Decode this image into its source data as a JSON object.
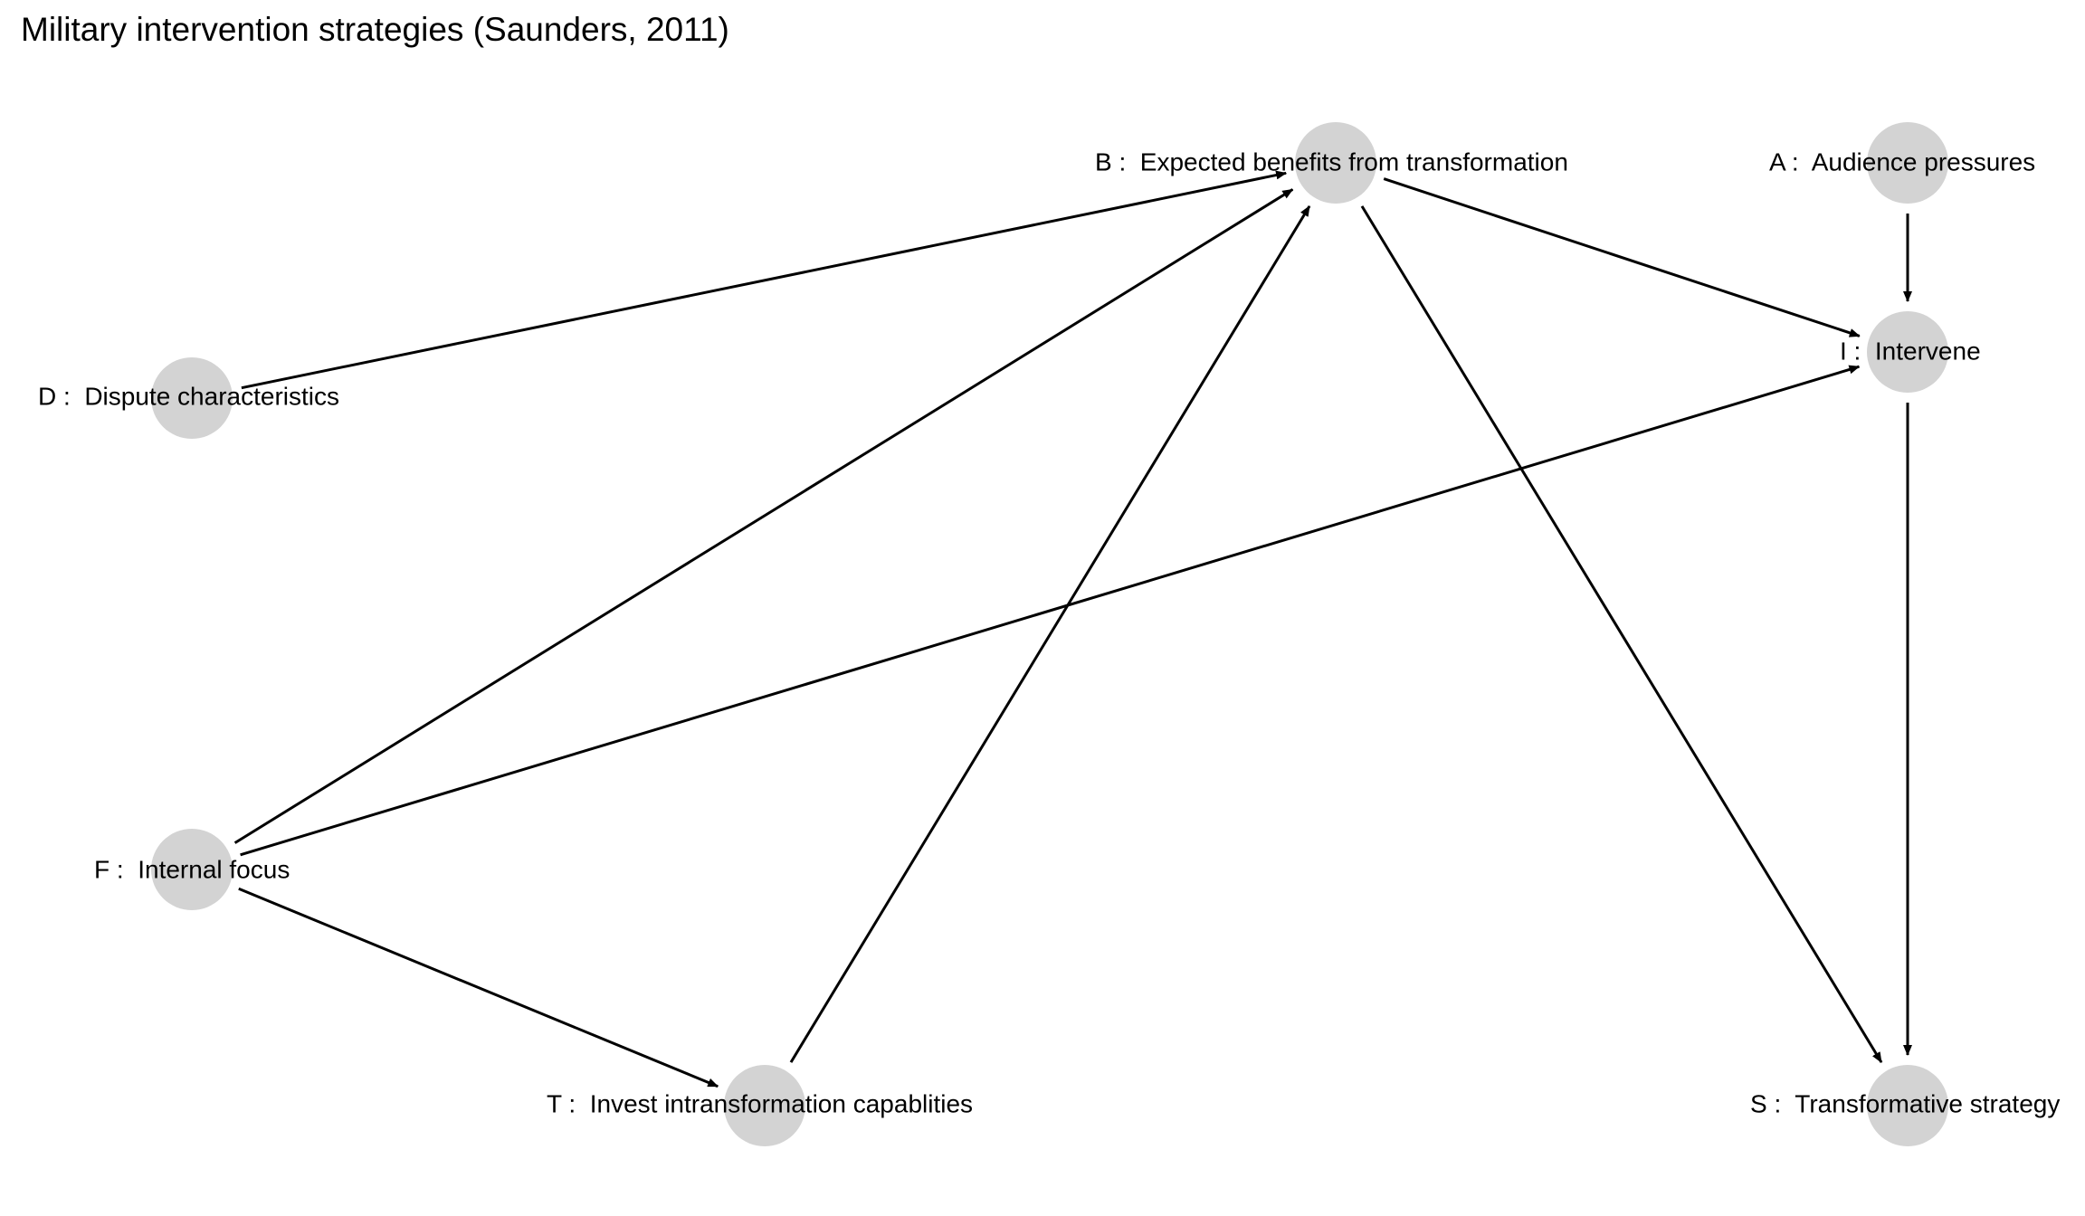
{
  "title": "Military intervention strategies (Saunders, 2011)",
  "colors": {
    "node_fill": "#d3d3d3",
    "edge": "#000000",
    "text": "#000000",
    "background": "#ffffff"
  },
  "nodes": [
    {
      "id": "B",
      "label": "B :  Expected benefits from transformation"
    },
    {
      "id": "A",
      "label": "A :  Audience pressures"
    },
    {
      "id": "I",
      "label": "I :  Intervene"
    },
    {
      "id": "D",
      "label": "D :  Dispute characteristics"
    },
    {
      "id": "F",
      "label": "F :  Internal focus"
    },
    {
      "id": "T",
      "label": "T :  Invest intransformation capablities"
    },
    {
      "id": "S",
      "label": "S :  Transformative strategy"
    }
  ],
  "edges": [
    {
      "from": "D",
      "to": "B"
    },
    {
      "from": "F",
      "to": "B"
    },
    {
      "from": "T",
      "to": "B"
    },
    {
      "from": "B",
      "to": "I"
    },
    {
      "from": "B",
      "to": "S"
    },
    {
      "from": "A",
      "to": "I"
    },
    {
      "from": "F",
      "to": "I"
    },
    {
      "from": "I",
      "to": "S"
    },
    {
      "from": "F",
      "to": "T"
    }
  ]
}
